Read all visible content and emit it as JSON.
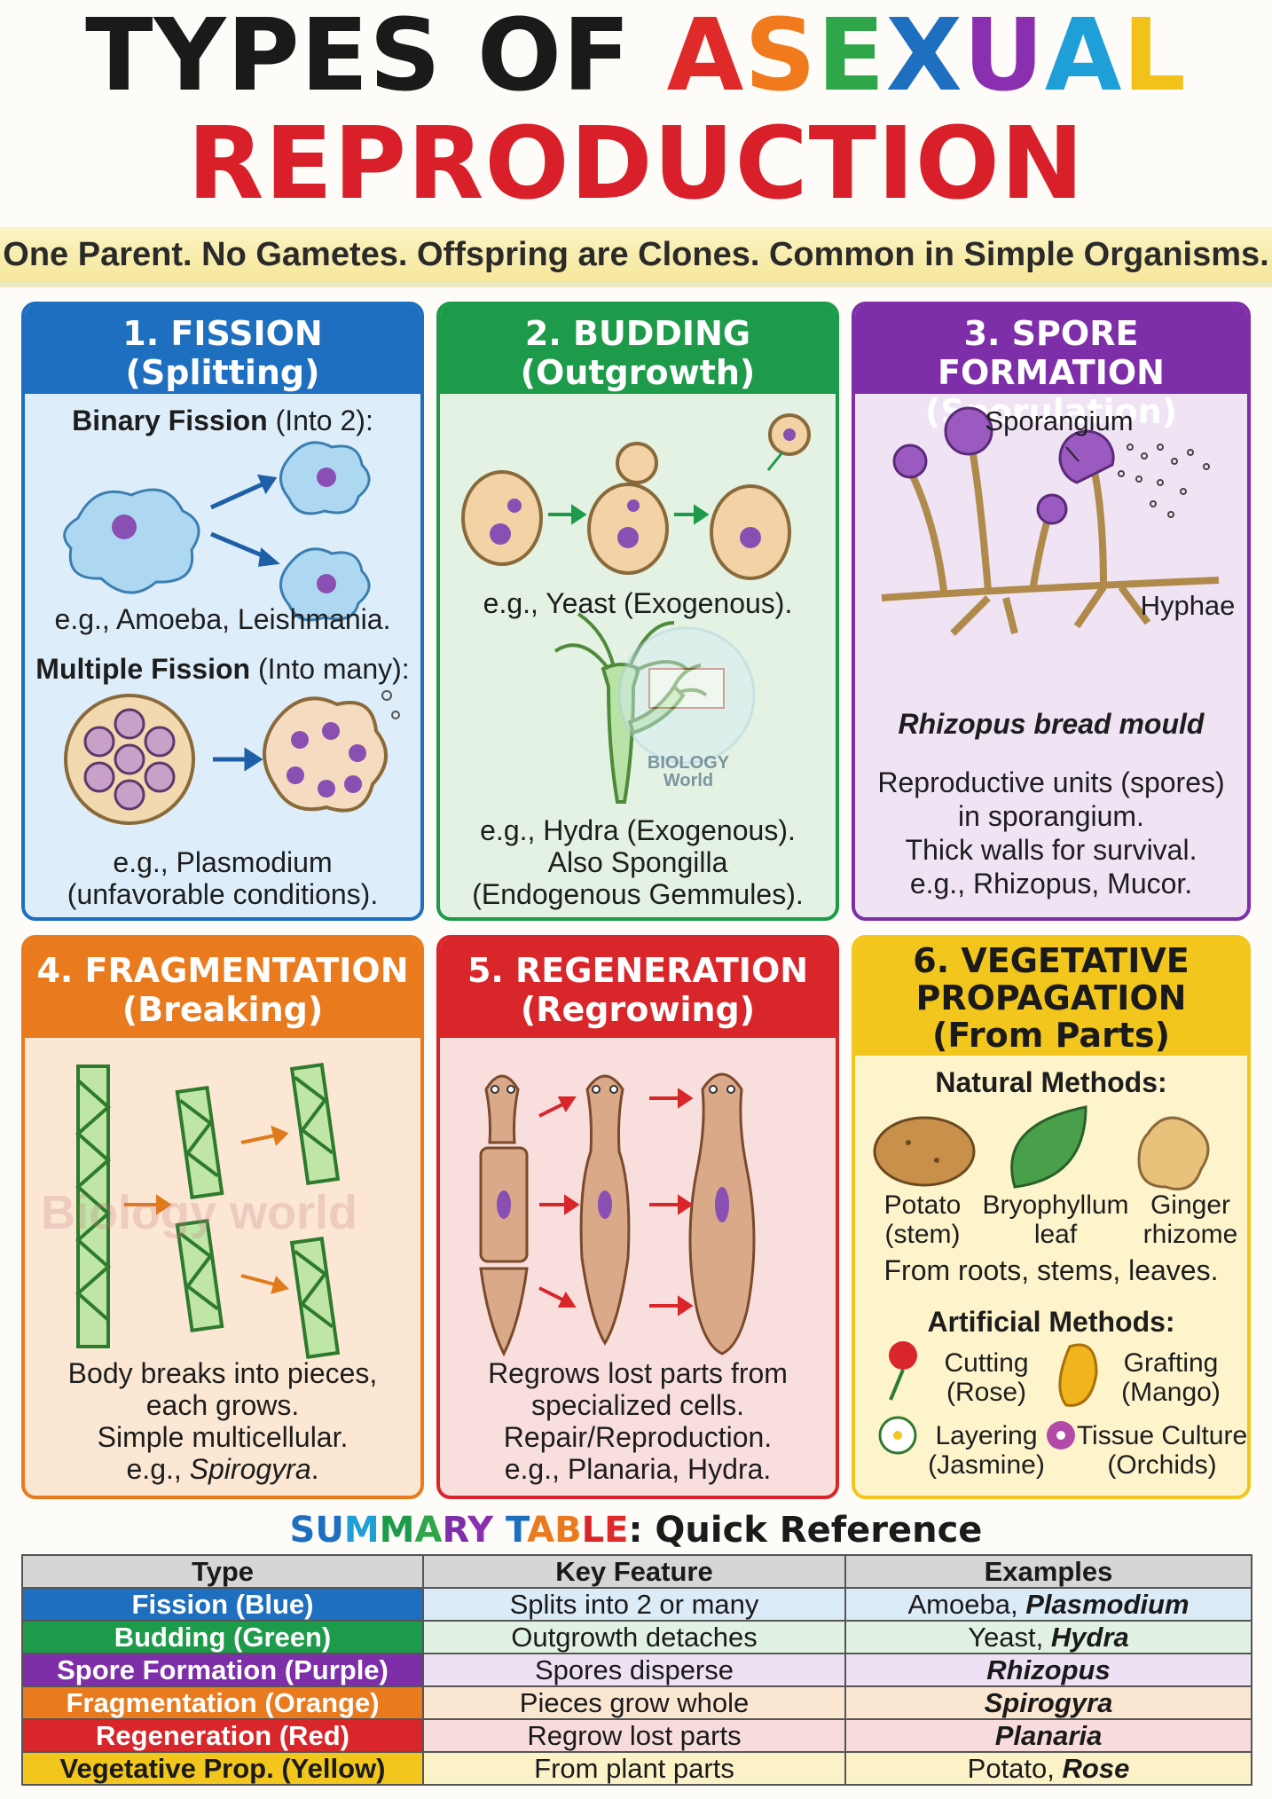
{
  "title": {
    "line1_plain": "TYPES OF ",
    "line1_colored": [
      "A",
      "S",
      "E",
      "X",
      "U",
      "A",
      "L"
    ],
    "line1_colors": [
      "#e02a2a",
      "#f07a1c",
      "#2fa64a",
      "#1f6fc0",
      "#8a2fb0",
      "#1f9fd8",
      "#f2c21a"
    ],
    "line2": "REPRODUCTION"
  },
  "subtitle": "One Parent. No Gametes. Offspring are Clones. Common in Simple Organisms.",
  "colors": {
    "fission": "#1f6fc0",
    "budding": "#1d9a4a",
    "spore": "#7d2ea8",
    "fragmentation": "#ea7a1e",
    "regeneration": "#d9262a",
    "vegetative": "#f2c61c"
  },
  "cards": {
    "fission": {
      "title": "1. FISSION",
      "subtitle": "(Splitting)",
      "binary_label": "Binary Fission",
      "binary_suffix": " (Into 2):",
      "binary_example": "e.g., Amoeba, Leishmania.",
      "multiple_label": "Multiple Fission",
      "multiple_suffix": " (Into many):",
      "multiple_example_1": "e.g., Plasmodium",
      "multiple_example_2": "(unfavorable conditions)."
    },
    "budding": {
      "title": "2. BUDDING",
      "subtitle": "(Outgrowth)",
      "yeast_example": "e.g., Yeast (Exogenous).",
      "hydra_1": "e.g., Hydra (Exogenous).",
      "hydra_2": "Also Spongilla",
      "hydra_3": "(Endogenous Gemmules).",
      "watermark_1": "BIOLOGY",
      "watermark_2": "World"
    },
    "spore": {
      "title": "3. SPORE FORMATION",
      "subtitle": "(Sporulation)",
      "sporangium_label": "Sporangium",
      "hyphae_label": "Hyphae",
      "caption": "Rhizopus bread mould",
      "desc_1": "Reproductive units (spores)",
      "desc_2": "in sporangium.",
      "desc_3": "Thick walls for survival.",
      "desc_4": "e.g., Rhizopus, Mucor."
    },
    "fragmentation": {
      "title": "4. FRAGMENTATION",
      "subtitle": "(Breaking)",
      "desc_1": "Body breaks into pieces,",
      "desc_2": "each grows.",
      "desc_3": "Simple multicellular.",
      "desc_4_prefix": "e.g., ",
      "desc_4_em": "Spirogyra",
      "desc_4_suffix": ".",
      "watermark": "Biology world"
    },
    "regeneration": {
      "title": "5. REGENERATION",
      "subtitle": "(Regrowing)",
      "desc_1": "Regrows lost parts from",
      "desc_2": "specialized cells.",
      "desc_3": "Repair/Reproduction.",
      "desc_4": "e.g., Planaria, Hydra."
    },
    "vegetative": {
      "title_1": "6. VEGETATIVE",
      "title_2": "PROPAGATION",
      "subtitle": "(From Parts)",
      "natural_heading": "Natural Methods:",
      "potato_1": "Potato",
      "potato_2": "(stem)",
      "bryo_1": "Bryophyllum",
      "bryo_2": "leaf",
      "ginger_1": "Ginger",
      "ginger_2": "rhizome",
      "natural_note": "From roots, stems, leaves.",
      "artificial_heading": "Artificial Methods:",
      "cutting_1": "Cutting",
      "cutting_2": "(Rose)",
      "grafting_1": "Grafting",
      "grafting_2": "(Mango)",
      "layering_1": "Layering",
      "layering_2": "(Jasmine)",
      "tissue_1": "Tissue Culture",
      "tissue_2": "(Orchids)"
    }
  },
  "summary": {
    "title_colored": "SUMMARY TABLE",
    "title_rest": ": Quick Reference",
    "title_colors": [
      "#1f6fc0",
      "#1f6fc0",
      "#1f9fd8",
      "#1d9a4a",
      "#2fa64a",
      "#7d2ea8",
      "#8a2fb0",
      "#1f6fc0",
      "#ea7a1e",
      "#ea7a1e",
      "#d9262a",
      "#e02a2a",
      "#f2c21a"
    ],
    "headers": [
      "Type",
      "Key Feature",
      "Examples"
    ],
    "rows": [
      {
        "type": "Fission (Blue)",
        "feature": "Splits into 2 or many",
        "ex_plain": "Amoeba, ",
        "ex_em": "Plasmodium",
        "color": "#1f6fc0",
        "tint": "#dcebf8"
      },
      {
        "type": "Budding (Green)",
        "feature": "Outgrowth detaches",
        "ex_plain": "Yeast, ",
        "ex_em": "Hydra",
        "color": "#1d9a4a",
        "tint": "#e1f2e2"
      },
      {
        "type": "Spore Formation (Purple)",
        "feature": "Spores disperse",
        "ex_plain": "",
        "ex_em": "Rhizopus",
        "color": "#7d2ea8",
        "tint": "#eee1f3"
      },
      {
        "type": "Fragmentation (Orange)",
        "feature": "Pieces grow whole",
        "ex_plain": "",
        "ex_em": "Spirogyra",
        "color": "#ea7a1e",
        "tint": "#fbe6d2"
      },
      {
        "type": "Regeneration (Red)",
        "feature": "Regrow lost parts",
        "ex_plain": "",
        "ex_em": "Planaria",
        "color": "#d9262a",
        "tint": "#f8dcdc"
      },
      {
        "type": "Vegetative Prop. (Yellow)",
        "feature": "From plant parts",
        "ex_plain": "Potato, ",
        "ex_em": "Rose",
        "color": "#f2c61c",
        "tint": "#fbf2c8"
      }
    ]
  }
}
